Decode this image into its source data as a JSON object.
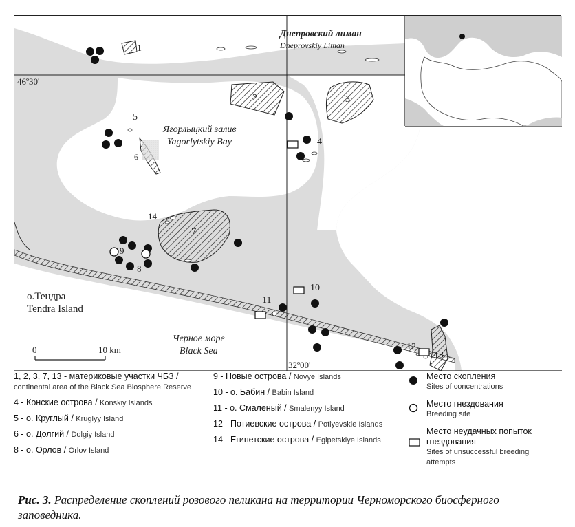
{
  "map": {
    "estuary_ru": "Днепровский лиман",
    "estuary_en": "Dneprovskiy Liman",
    "bay_ru": "Ягорлыцкий залив",
    "bay_en": "Yagorlytskiy Bay",
    "sea_ru": "Черное море",
    "sea_en": "Black Sea",
    "island_ru": "о.Тендра",
    "island_en": "Tendra Island",
    "latitude_label": "46º30'",
    "longitude_label": "32º00'",
    "scale_start": "0",
    "scale_end": "10 km",
    "site_numbers": [
      "1",
      "2",
      "3",
      "4",
      "5",
      "6",
      "7",
      "8",
      "9",
      "10",
      "11",
      "12",
      "13",
      "14"
    ]
  },
  "legend": {
    "col1": [
      {
        "ru": "1, 2, 3, 7, 13 -  материковые участки ЧБЗ / ",
        "en": "continental area of the Black Sea Biosphere Reserve"
      },
      {
        "ru": "4 - Конские острова / ",
        "en": "Konskiy Islands"
      },
      {
        "ru": "5 - о. Круглый / ",
        "en": "Kruglyy Island"
      },
      {
        "ru": "6 - о. Долгий / ",
        "en": "Dolgiy Island"
      },
      {
        "ru": "8 - о. Орлов / ",
        "en": "Orlov Island"
      }
    ],
    "col2": [
      {
        "ru": "9 - Новые острова / ",
        "en": "Novye Islands"
      },
      {
        "ru": "10 - о. Бабин / ",
        "en": "Babin Island"
      },
      {
        "ru": "11 - о. Смаленый / ",
        "en": "Smalenyy Island"
      },
      {
        "ru": "12 - Потиевские острова / ",
        "en": "Potiyevskie Islands"
      },
      {
        "ru": "14 - Египетские острова / ",
        "en": "Egipetskiye Islands"
      }
    ],
    "symbols": [
      {
        "icon": "filled-circle",
        "ru": "Место скопления",
        "en": "Sites of concentrations"
      },
      {
        "icon": "open-circle",
        "ru": "Место гнездования",
        "en": "Breeding site"
      },
      {
        "icon": "open-rectangle",
        "ru": "Место неудачных попыток гнездования",
        "en": "Sites of unsuccessful breeding attempts"
      }
    ]
  },
  "caption": {
    "label": "Рис. 3.",
    "text": "Распределение скоплений розового пеликана на территории Черноморского биосферного заповедника."
  }
}
